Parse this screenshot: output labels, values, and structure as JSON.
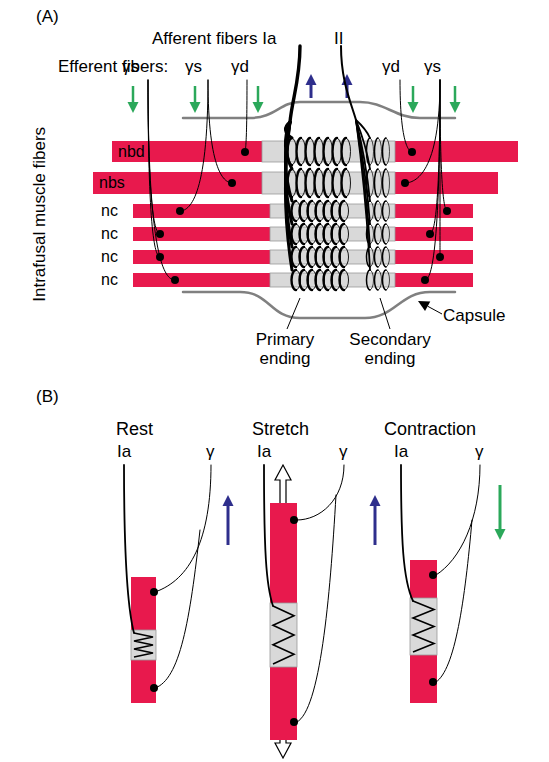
{
  "diagram": {
    "nodes": [
      {
        "text": [
          "nbd"
        ]
      },
      {
        "text": [
          "nbs"
        ]
      },
      {
        "text": [
          "nc"
        ]
      },
      {
        "text": [
          "nc"
        ]
      },
      {
        "text": [
          "nc"
        ]
      },
      {
        "text": [
          "nc"
        ]
      }
    ],
    "labels": [
      "(A)",
      "Afferent fibers Ia",
      "II",
      "Efferent fibers:",
      "γs",
      "γs",
      "γd",
      "γd",
      "γs",
      "Intrafusal muscle fibers",
      "Primary ending",
      "Secondary ending",
      "Capsule",
      "(B)",
      "Rest",
      "Ia",
      "γ",
      "Stretch",
      "Ia",
      "γ",
      "Contraction",
      "Ia",
      "γ"
    ]
  }
}
